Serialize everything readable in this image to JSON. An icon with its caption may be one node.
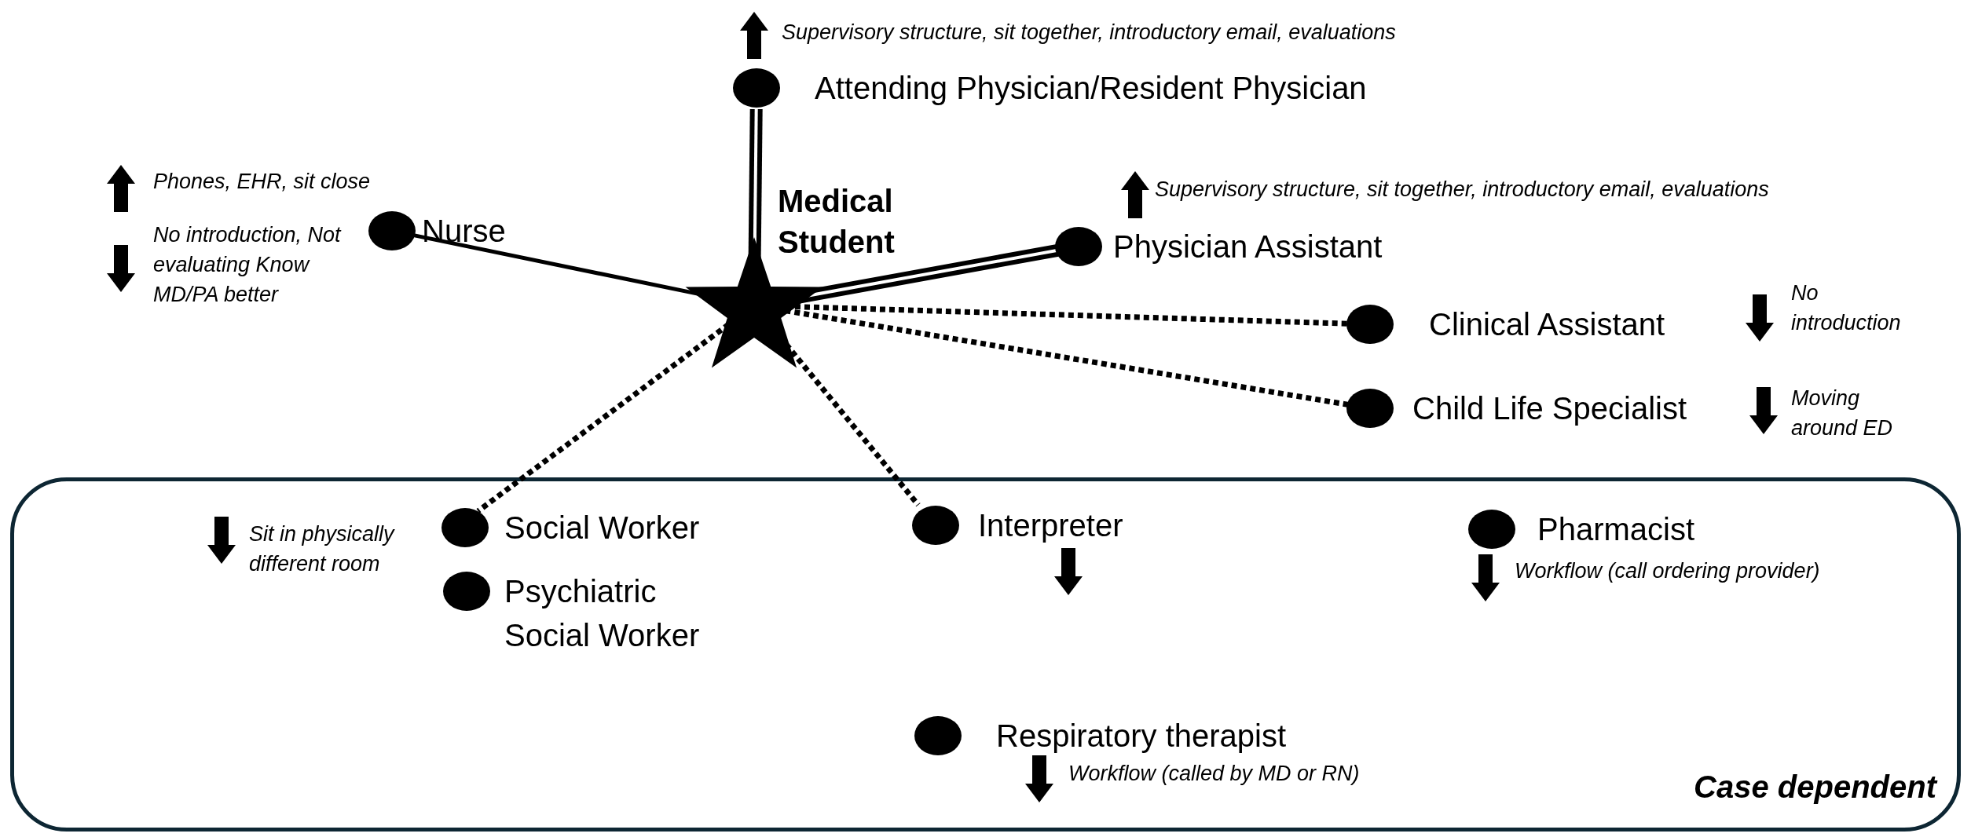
{
  "diagram": {
    "nodes": [
      {
        "text": [
          "Attending Physician/Resident Physician"
        ],
        "beside": [
          "Supervisory structure, sit together, introductory email, evaluations"
        ]
      },
      {
        "text": [
          "Medical Student"
        ]
      },
      {
        "text": [
          "Nurse"
        ],
        "beside": [
          "Phones, EHR, sit close",
          "No introduction, Not evaluating Know MD/PA better"
        ]
      },
      {
        "text": [
          "Physician Assistant"
        ],
        "beside": [
          "Supervisory structure, sit together, introductory email, evaluations"
        ]
      },
      {
        "text": [
          "Clinical Assistant"
        ]
      },
      {
        "text": [
          "Child Life Specialist"
        ]
      },
      {
        "text": [
          "Case dependent"
        ]
      },
      {
        "text": [
          "Social Worker"
        ],
        "in": 6,
        "beside": [
          "Sit in physically different room"
        ]
      },
      {
        "text": [
          "Psychiatric Social Worker"
        ],
        "in": 6
      },
      {
        "text": [
          "Interpreter"
        ],
        "in": 6
      },
      {
        "text": [
          "Pharmacist"
        ],
        "in": 6,
        "beside": [
          "Workflow (call ordering provider)"
        ]
      },
      {
        "text": [
          "Respiratory therapist"
        ],
        "in": 6
      }
    ],
    "labels": [
      "No introduction",
      "Moving around ED",
      "Workflow (called by MD or RN)"
    ],
    "edges": [
      {
        "from": 1,
        "to": 0,
        "arrow": "none",
        "style": "thick"
      },
      {
        "from": 1,
        "to": 2,
        "arrow": "none"
      },
      {
        "from": 1,
        "to": 3,
        "arrow": "none",
        "style": "thick"
      },
      {
        "from": 1,
        "to": 4,
        "arrow": "none",
        "style": "dashed"
      },
      {
        "from": 1,
        "to": 5,
        "arrow": "none",
        "style": "dashed"
      },
      {
        "from": 1,
        "to": 7,
        "arrow": "none",
        "style": "dashed"
      },
      {
        "from": 1,
        "to": 9,
        "arrow": "none",
        "style": "dashed"
      }
    ]
  }
}
